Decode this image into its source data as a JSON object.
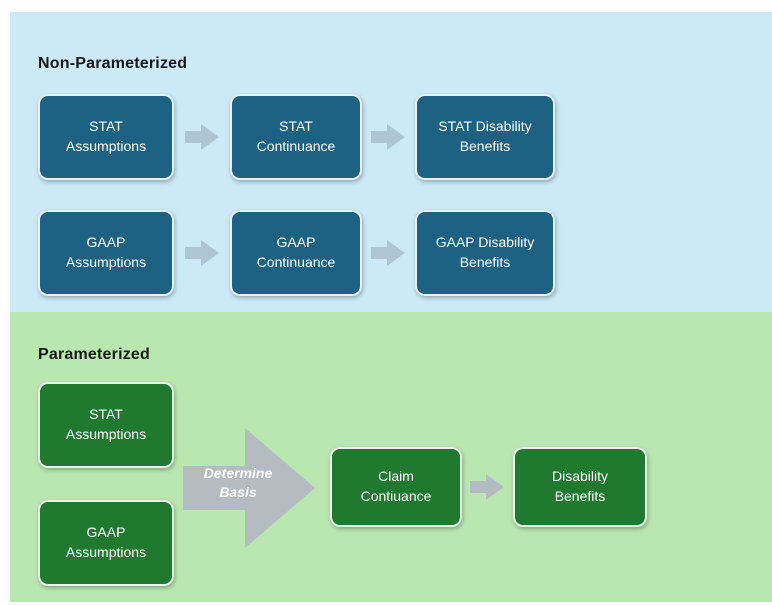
{
  "colors": {
    "blue_section_bg": "#cbe9f7",
    "green_section_bg": "#b9e7b0",
    "teal_box": "#1d6282",
    "green_box": "#1f7a30",
    "blue_arrow": "#aec5d3",
    "gray_arrow": "#b5bcc1",
    "box_text": "#ffffff",
    "heading_text": "#1a1a1a"
  },
  "non_parameterized": {
    "title": "Non-Parameterized",
    "stat_row": [
      "STAT\nAssumptions",
      "STAT\nContinuance",
      "STAT Disability\nBenefits"
    ],
    "gaap_row": [
      "GAAP\nAssumptions",
      "GAAP\nContinuance",
      "GAAP Disability\nBenefits"
    ]
  },
  "parameterized": {
    "title": "Parameterized",
    "stat_box": "STAT\nAssumptions",
    "gaap_box": "GAAP\nAssumptions",
    "determine_arrow_label": "Determine\nBasis",
    "claim_box": "Claim\nContiuance",
    "benefits_box": "Disability\nBenefits"
  }
}
